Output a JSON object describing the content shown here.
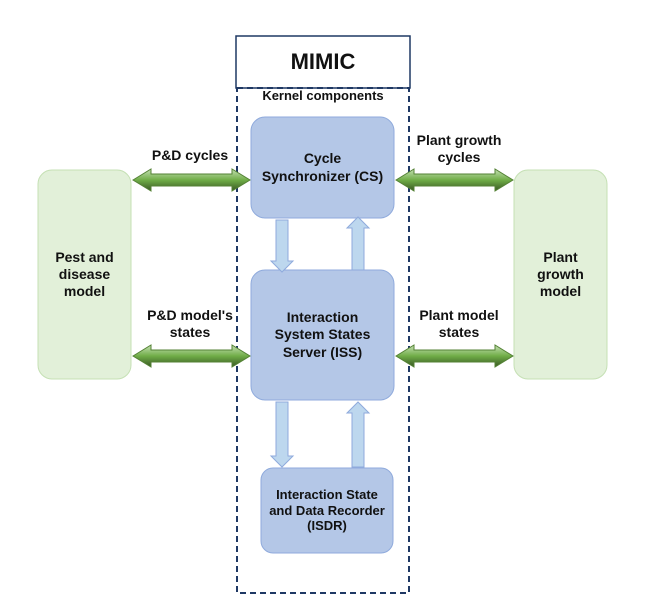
{
  "system": {
    "title": "MIMIC",
    "kernel_label": "Kernel components"
  },
  "nodes": {
    "cs": "Cycle\nSynchronizer (CS)",
    "iss": "Interaction\nSystem States\nServer (ISS)",
    "isdr": "Interaction State\nand Data Recorder\n(ISDR)",
    "pest": "Pest and\ndisease\nmodel",
    "plant": "Plant\ngrowth\nmodel"
  },
  "edges": {
    "pd_cycles": "P&D cycles",
    "plant_cycles": "Plant growth\ncycles",
    "pd_states": "P&D model's\nstates",
    "plant_states": "Plant model\nstates"
  },
  "colors": {
    "kernel_box": "#b4c7e7",
    "kernel_box_border": "#8faadc",
    "external_box": "#dff0d8",
    "external_box_border": "#c5e0b4",
    "arrow_green_dark": "#548235",
    "arrow_green_light": "#a9d18e",
    "arrow_blue": "#bdd7ee",
    "border_dark": "#1f3864"
  }
}
